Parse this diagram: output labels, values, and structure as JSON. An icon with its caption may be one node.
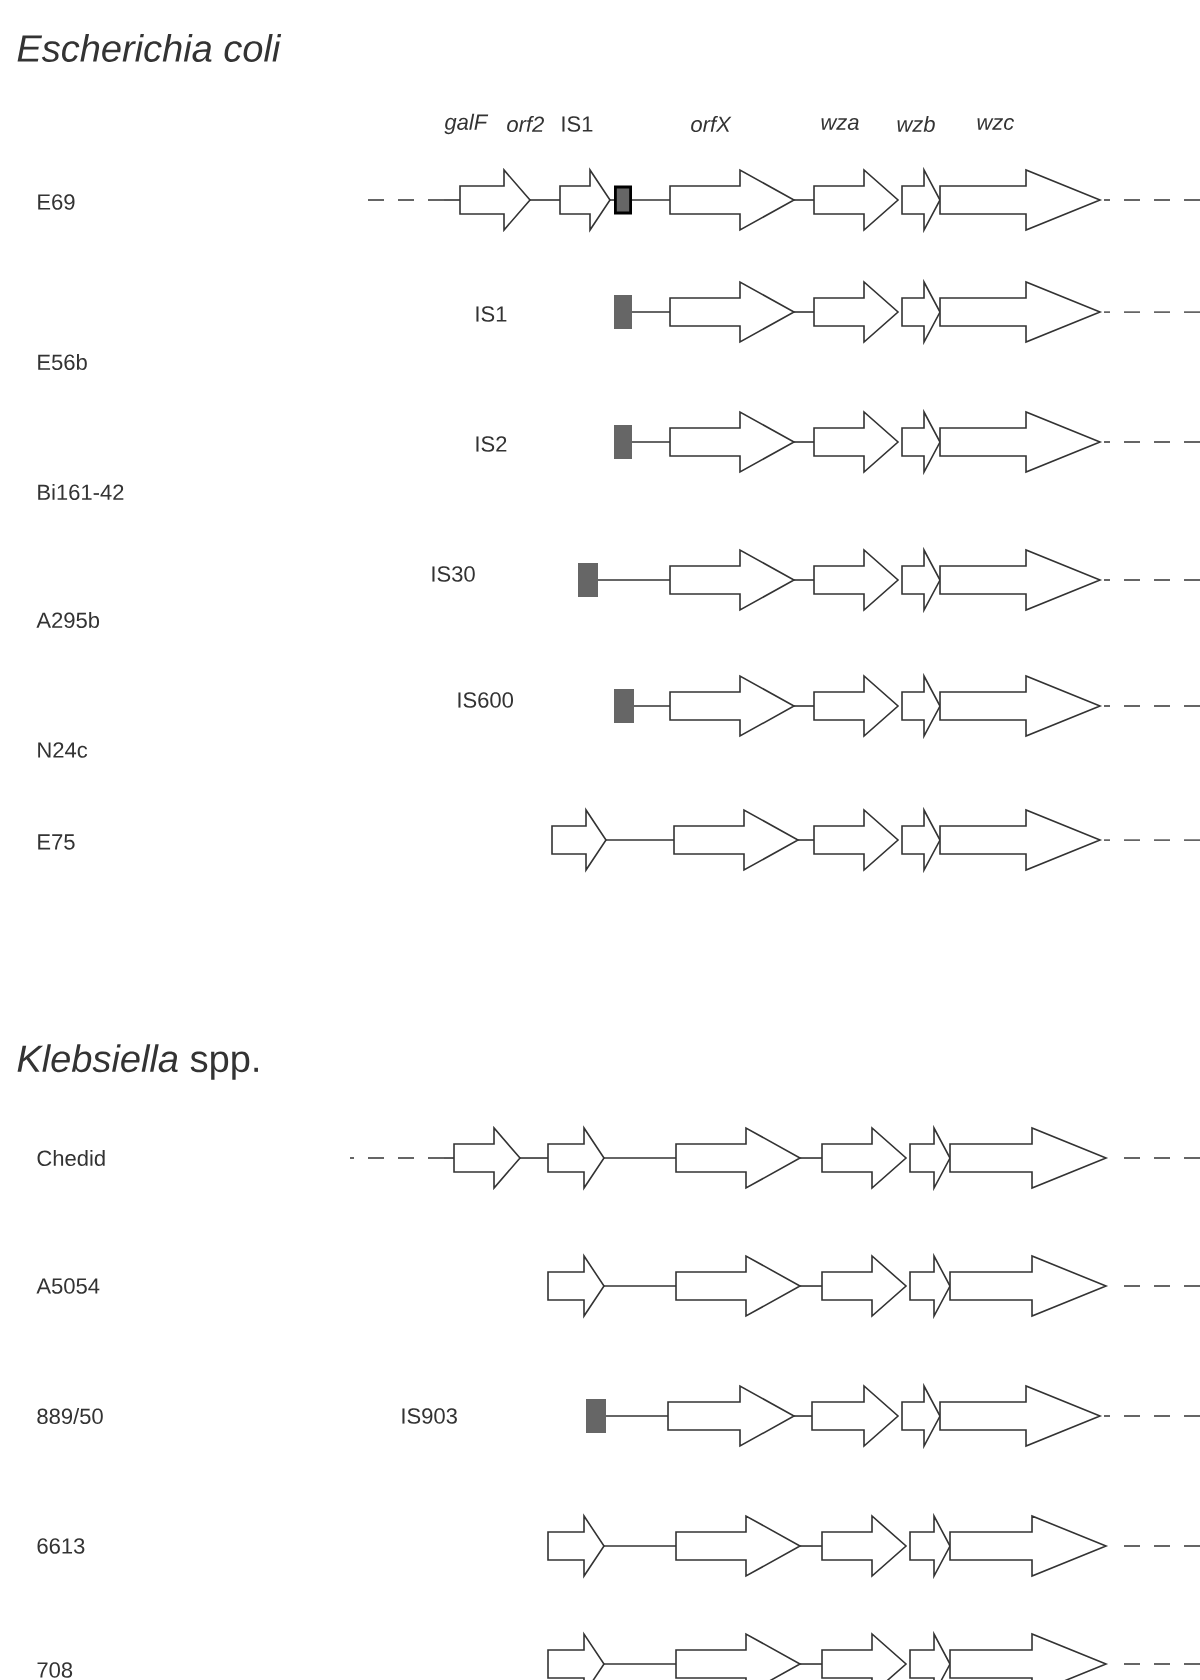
{
  "diagram": {
    "labels": [
      "Escherichia coli",
      "galF",
      "orf2",
      "IS1",
      "orfX",
      "wza",
      "wzb",
      "wzc",
      "E69",
      "E56b",
      "IS1",
      "Bi161-42",
      "IS2",
      "A295b",
      "IS30",
      "N24c",
      "IS600",
      "E75",
      "*Klebsiella* spp.",
      "Chedid",
      "A5054",
      "889/50",
      "IS903",
      "6613",
      "708"
    ]
  }
}
